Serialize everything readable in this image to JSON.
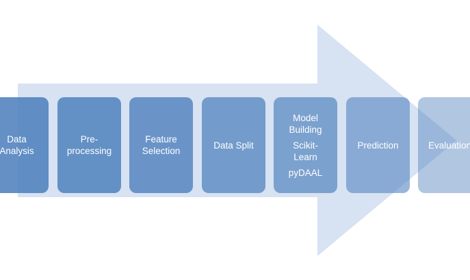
{
  "diagram": {
    "colors": {
      "arrow_fill": "#c9d8ee",
      "step_fill": "#4f81bd",
      "text": "#ffffff"
    },
    "steps": [
      {
        "lines": [
          "Data",
          "Analysis"
        ]
      },
      {
        "lines": [
          "Pre-",
          "processing"
        ]
      },
      {
        "lines": [
          "Feature",
          "Selection"
        ]
      },
      {
        "lines": [
          "Data Split"
        ]
      },
      {
        "lines": [
          "Model",
          "Building"
        ],
        "subs": [
          [
            "Scikit-",
            "Learn"
          ],
          [
            "pyDAAL"
          ]
        ]
      },
      {
        "lines": [
          "Prediction"
        ]
      },
      {
        "lines": [
          "Evaluation"
        ]
      }
    ]
  }
}
